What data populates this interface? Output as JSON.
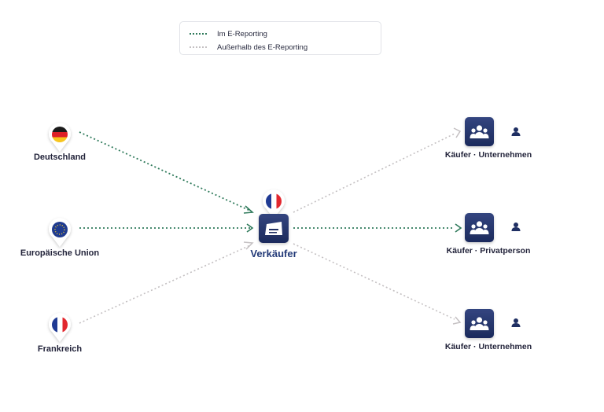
{
  "legend": {
    "in_label": "Im E-Reporting",
    "out_label": "Außerhalb des E-Reporting"
  },
  "colors": {
    "in_reporting": "#2f7a5b",
    "out_reporting": "#c4c0c2",
    "navy": "#1f2f63",
    "navy_light": "#3b4d8a"
  },
  "origins": [
    {
      "label": "Deutschland",
      "icon": "germany-flag-icon"
    },
    {
      "label": "Europäische Union",
      "icon": "eu-flag-icon"
    },
    {
      "label": "Frankreich",
      "icon": "france-flag-icon"
    }
  ],
  "seller": {
    "label": "Verkäufer",
    "icon": "seller-shop-icon",
    "flag_icon": "france-flag-icon"
  },
  "buyers": [
    {
      "label": "Käufer · Unternehmen",
      "icon": "buyer-group-icon",
      "small_icon": "person-icon"
    },
    {
      "label": "Käufer · Privatperson",
      "icon": "buyer-group-icon",
      "small_icon": "person-icon"
    },
    {
      "label": "Käufer · Unternehmen",
      "icon": "buyer-group-icon",
      "small_icon": "person-icon"
    }
  ]
}
